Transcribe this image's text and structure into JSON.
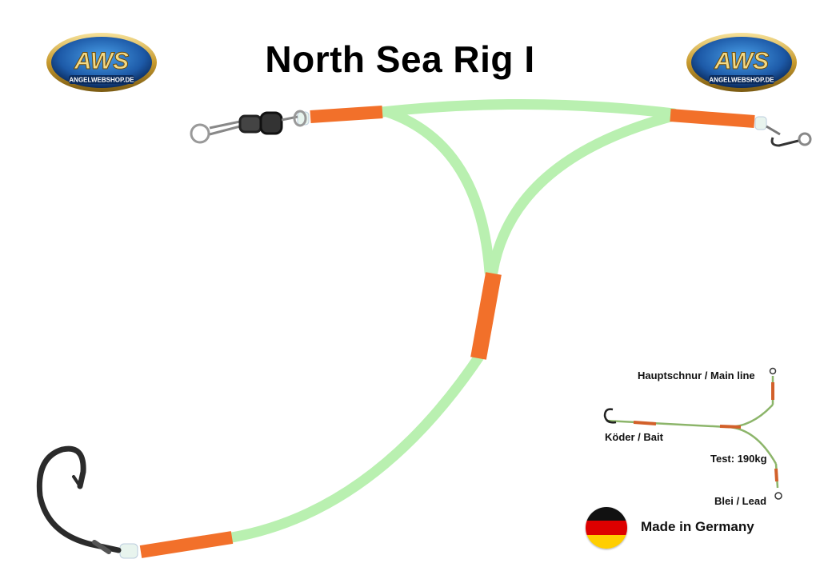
{
  "title": "North Sea Rig I",
  "logo": {
    "text": "AWS",
    "subtext": "ANGELWEBSHOP.DE"
  },
  "diagram": {
    "main_line_label": "Hauptschnur / Main line",
    "bait_label": "Köder / Bait",
    "test_label": "Test: 190kg",
    "lead_label": "Blei / Lead"
  },
  "made_in": "Made in Germany",
  "colors": {
    "tube_green": "#b9f0b0",
    "sleeve_orange": "#f2702a",
    "flag_black": "#111111",
    "flag_red": "#dd0000",
    "flag_gold": "#ffce00",
    "logo_blue": "#1d5aa8",
    "logo_gold": "#c79a2e"
  }
}
